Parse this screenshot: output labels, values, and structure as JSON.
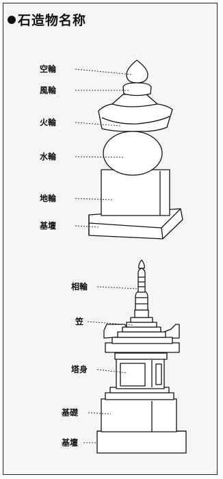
{
  "title": "石造物名称",
  "gorinto": {
    "kurin": "空輪",
    "fuurin": "風輪",
    "karin": "火輪",
    "suirin": "水輪",
    "chirin": "地輪",
    "kidan": "基壇"
  },
  "houkyouintou": {
    "sourin": "相輪",
    "kasa": "笠",
    "toushin": "塔身",
    "kiso": "基礎",
    "kidan": "基壇"
  }
}
